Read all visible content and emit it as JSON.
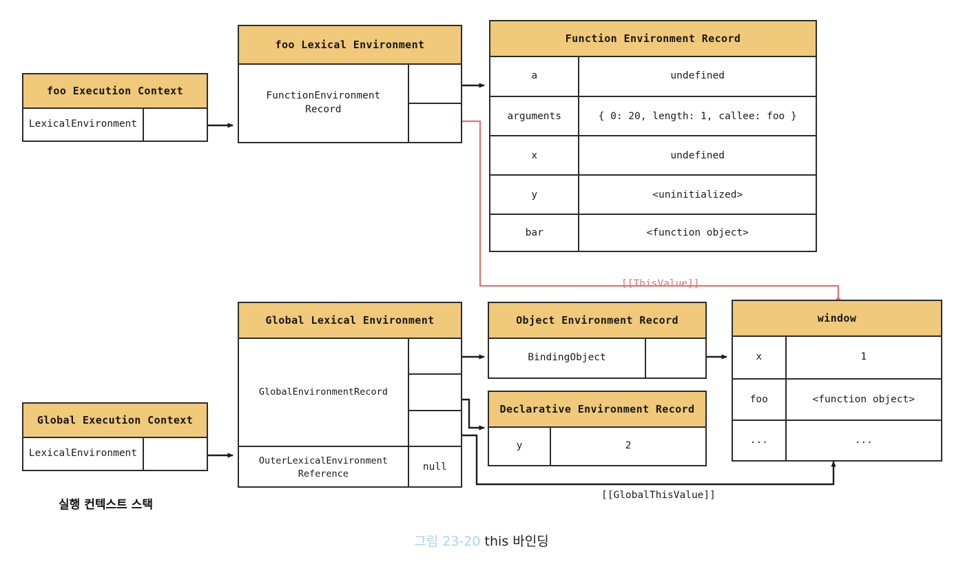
{
  "title": "this 바인딩 다이어그램",
  "colors": {
    "header_fill": "#f0c97a",
    "stroke": "#2b2b2b",
    "red_link": "#e8706c",
    "caption_number": "#a8d4ec"
  },
  "boxes": {
    "foo_execution_context": {
      "header": "foo Execution Context",
      "rows": [
        {
          "label": "LexicalEnvironment",
          "value": ""
        }
      ]
    },
    "foo_lexical_environment": {
      "header": "foo Lexical Environment",
      "rows": [
        {
          "label": "FunctionEnvironment\nRecord",
          "slots": 2
        }
      ]
    },
    "function_environment_record": {
      "header": "Function Environment Record",
      "rows": [
        {
          "key": "a",
          "value": "undefined"
        },
        {
          "key": "arguments",
          "value": "{ 0: 20, length: 1, callee: foo }"
        },
        {
          "key": "x",
          "value": "undefined"
        },
        {
          "key": "y",
          "value": "<uninitialized>"
        },
        {
          "key": "bar",
          "value": "<function object>"
        }
      ]
    },
    "global_execution_context": {
      "header": "Global Execution Context",
      "rows": [
        {
          "label": "LexicalEnvironment",
          "value": ""
        }
      ]
    },
    "global_lexical_environment": {
      "header": "Global Lexical Environment",
      "rows": [
        {
          "label": "GlobalEnvironmentRecord",
          "slots": 3
        },
        {
          "label": "OuterLexicalEnvironment\nReference",
          "value": "null"
        }
      ]
    },
    "object_environment_record": {
      "header": "Object Environment Record",
      "rows": [
        {
          "label": "BindingObject",
          "value": ""
        }
      ]
    },
    "declarative_environment_record": {
      "header": "Declarative Environment Record",
      "rows": [
        {
          "key": "y",
          "value": "2"
        }
      ]
    },
    "window": {
      "header": "window",
      "rows": [
        {
          "key": "x",
          "value": "1"
        },
        {
          "key": "foo",
          "value": "<function object>"
        },
        {
          "key": "...",
          "value": "..."
        }
      ]
    }
  },
  "edge_labels": {
    "this_value": "[[ThisValue]]",
    "global_this_value": "[[GlobalThisValue]]"
  },
  "stack_label": "실행 컨텍스트 스택",
  "caption": {
    "number": "그림 23-20",
    "text": "this 바인딩"
  }
}
